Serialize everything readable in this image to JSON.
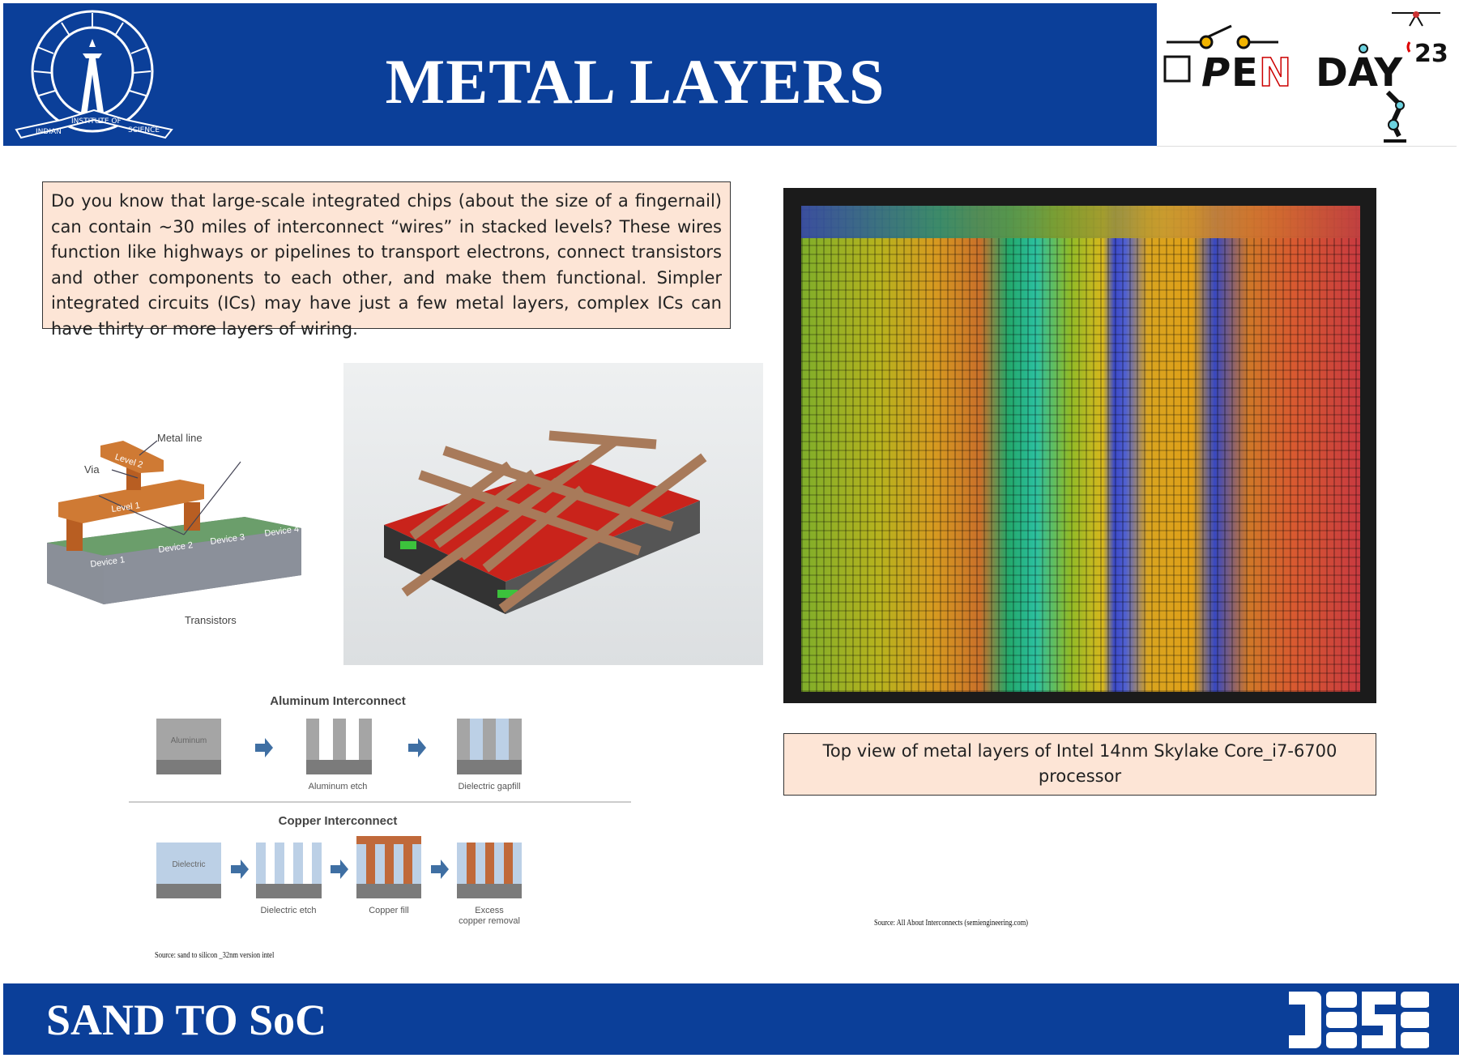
{
  "header": {
    "title": "METAL LAYERS",
    "left_logo": "INDIAN INSTITUTE OF SCIENCE",
    "right_logo": "OPEN DAY '23"
  },
  "intro": {
    "text": "Do you know that large-scale integrated chips (about the size of a fingernail) can contain ~30 miles of interconnect “wires” in stacked levels? These wires function like highways or pipelines to transport electrons, connect transistors and other components to each other, and make them functional. Simpler integrated circuits (ICs) may have just a few metal layers, complex ICs can have thirty or more layers of wiring."
  },
  "stack_diagram": {
    "labels": {
      "metal_line": "Metal line",
      "via": "Via",
      "level2": "Level 2",
      "level1": "Level 1",
      "device1": "Device 1",
      "device2": "Device 2",
      "device3": "Device 3",
      "device4": "Device 4",
      "transistors": "Transistors"
    }
  },
  "interconnect": {
    "aluminum": {
      "title": "Aluminum Interconnect",
      "block": "Aluminum",
      "steps": [
        "Aluminum etch",
        "Dielectric gapfill"
      ]
    },
    "copper": {
      "title": "Copper Interconnect",
      "block": "Dielectric",
      "steps": [
        "Dielectric etch",
        "Copper fill",
        "Excess",
        "copper removal"
      ]
    },
    "colors": {
      "aluminum": "#a5a5a5",
      "base": "#7b7b7b",
      "dielectric": "#bcd0e6",
      "copper": "#c0693a",
      "arrow": "#3f6fa3"
    }
  },
  "sources": {
    "left": "Source: sand to silicon _32nm version intel",
    "right": "Source: All About Interconnects (semiengineering.com)"
  },
  "die_caption": "Top view of metal layers of Intel 14nm Skylake Core_i7-6700 processor",
  "footer": {
    "title": "SAND TO SoC",
    "logo": "DESE"
  },
  "colors": {
    "brand_blue": "#0b3f99",
    "box_fill": "#fde5d6"
  }
}
